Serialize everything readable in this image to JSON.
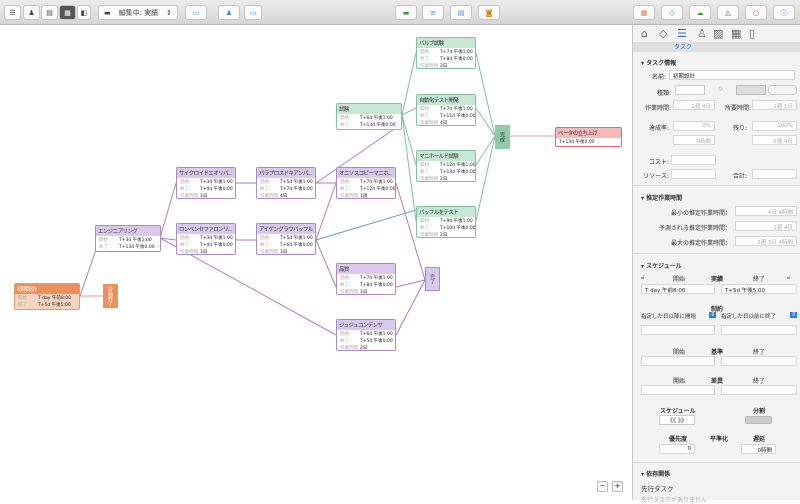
{
  "toolbar": {
    "view_select": "編集中: 実績"
  },
  "labels": {
    "start": "開始",
    "end": "終了",
    "effort": "作業時間"
  },
  "nodes": {
    "init": {
      "title": "初期設計",
      "start": "T day 午前8:00",
      "end": "T+5d 午後5:00"
    },
    "plan_end": {
      "title": "計画終了"
    },
    "eng": {
      "title": "エンジニアリング",
      "start": "T+3d 午後1:00",
      "end": "T+13d 午後0:00"
    },
    "cyc": {
      "title": "サイクロイドエオリパ...",
      "start": "T+3d 午後1:00",
      "end": "T+4d 午後0:00",
      "effort": "1日"
    },
    "rho": {
      "title": "ロンベンセファロンリ...",
      "start": "T+3d 午後1:00",
      "end": "T+4d 午後0:00",
      "effort": "1日"
    },
    "para": {
      "title": "パラプロスドキアンパ...",
      "start": "T+5d 午後1:00",
      "end": "T+7d 午後0:00",
      "effort": "4日"
    },
    "eig": {
      "title": "アイゲングラウバッフル",
      "start": "T+5d 午後1:00",
      "end": "T+6d 午後0:00",
      "effort": "1日"
    },
    "oni": {
      "title": "オニソスコピーマニホ...",
      "start": "T+7d 午後1:00",
      "end": "T+12d 午後0:00",
      "effort": "1週"
    },
    "test": {
      "title": "試験",
      "start": "T+6d 午後1:00",
      "end": "T+13d 午後0:00"
    },
    "qual": {
      "title": "品質",
      "start": "T+7d 午後1:00",
      "end": "T+8d 午後0:00",
      "effort": "1日"
    },
    "juju": {
      "title": "ジュジュコンデンサ",
      "start": "T+6d 午後1:00",
      "end": "T+5d 午後0:00",
      "effort": "2日"
    },
    "eng_end": {
      "title": "完了"
    },
    "valve": {
      "title": "バルブ試験",
      "start": "T+7d 午後1:00",
      "end": "T+8d 午後0:00",
      "effort": "2日"
    },
    "auto": {
      "title": "自動化テスト開発",
      "start": "T+7d 午後1:00",
      "end": "T+11d 午後0:00",
      "effort": "4日"
    },
    "mani": {
      "title": "マニホールド試験",
      "start": "T+12d 午後1:00",
      "end": "T+13d 午後0:00",
      "effort": "2日"
    },
    "baffle": {
      "title": "バッフルをテスト",
      "start": "T+9d 午後1:00",
      "end": "T+10d 午後0:00",
      "effort": "2日"
    },
    "test_end": {
      "title": "完成"
    },
    "beta": {
      "title": "ベータの立ち上げ",
      "start": "T+13d 午後0:00"
    }
  },
  "inspector": {
    "tab_label": "タスク",
    "task_info": {
      "header": "タスク情報",
      "name_label": "名前:",
      "name": "初期設計",
      "type_label": "種類:",
      "effort_label": "作業時間:",
      "effort": "1週 4日",
      "duration_label": "所要時間:",
      "duration": "1週 1日",
      "complete_label": "達成率:",
      "complete": "0%",
      "remaining_label": "残り:",
      "remaining": "100%",
      "complete_time": "0時間",
      "remaining_time": "1週 4日",
      "cost_label": "コスト:",
      "resources_label": "リソース:",
      "total_label": "合計:"
    },
    "estimate": {
      "header": "推定作業時間",
      "min_label": "最小の推定作業時間：",
      "min": "4日 4時間",
      "expected_label": "予測される推定作業時間：",
      "expected": "1週 4日",
      "max_label": "最大の推定作業時間：",
      "max": "2週 3日 4時間"
    },
    "schedule": {
      "header": "スケジュール",
      "start_label": "開始",
      "actual_label": "実績",
      "end_label": "終了",
      "start": "T day 午前8:00",
      "end": "T+5d 午後5:00",
      "constraint_label": "制約",
      "constraint_start": "指定した日以降に開始",
      "constraint_end": "指定した日以前に終了",
      "baseline_label": "基準",
      "variance_label": "差異",
      "schedule_label": "スケジュール",
      "split_label": "分割",
      "priority_label": "優先度",
      "priority": "0",
      "level_label": "平準化",
      "delay_label": "遅延",
      "delay": "0時間"
    },
    "deps": {
      "header": "依存関係",
      "predecessors": "先行タスク",
      "none": "先行タスクがありません"
    }
  },
  "zoom": {
    "out": "−",
    "in": "+"
  }
}
